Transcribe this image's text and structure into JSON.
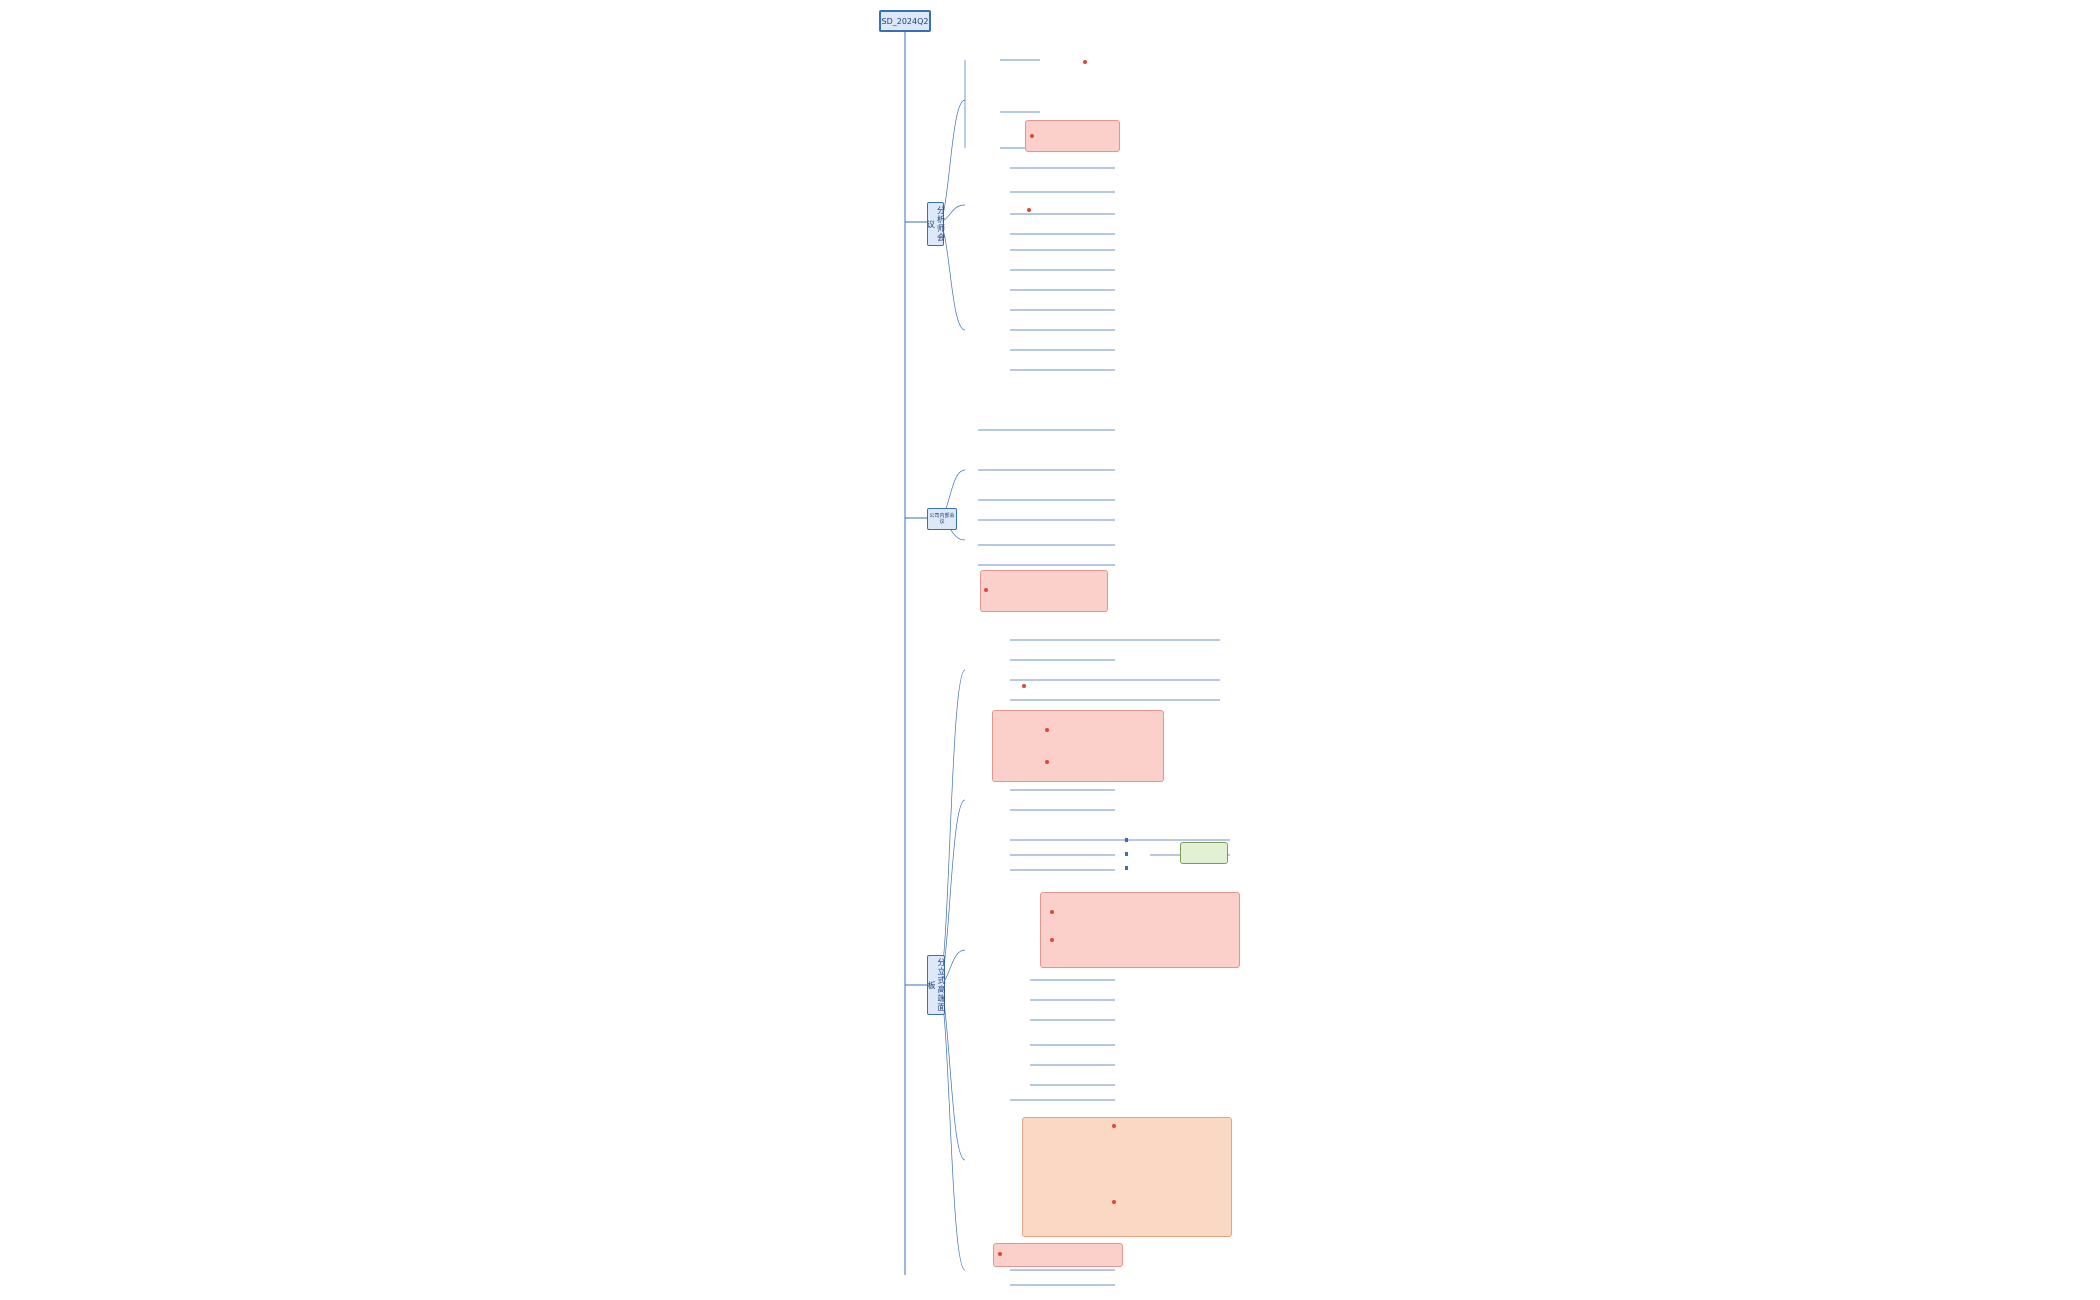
{
  "diagram": {
    "root_label": "SD_2024Q2",
    "topics": [
      {
        "label": "分析师会议",
        "sub": ""
      },
      {
        "label": "公司内部会议",
        "sub": ""
      },
      {
        "label": "分立式高端面板",
        "sub": ""
      }
    ]
  },
  "colors": {
    "line": "#3a6fb5",
    "root_fill": "#dce8f7",
    "note_pink": "#fbd0cb",
    "note_orange": "#fbd8c4",
    "note_green": "#e2f0d4",
    "marker_red": "#e0483a"
  }
}
